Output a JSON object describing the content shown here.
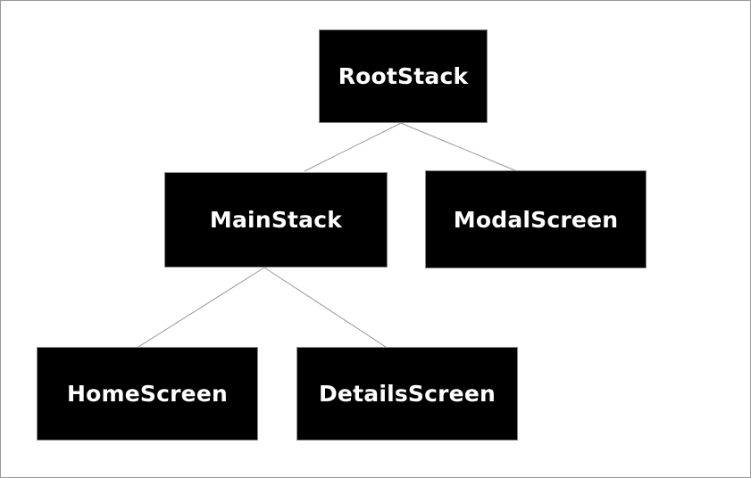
{
  "diagram": {
    "type": "tree",
    "description": "Navigator hierarchy tree of black rectangular nodes connected by thin gray lines"
  },
  "nodes": [
    {
      "id": "RootStack",
      "label": "RootStack",
      "level": 0
    },
    {
      "id": "MainStack",
      "label": "MainStack",
      "level": 1
    },
    {
      "id": "ModalScreen",
      "label": "ModalScreen",
      "level": 1
    },
    {
      "id": "HomeScreen",
      "label": "HomeScreen",
      "level": 2
    },
    {
      "id": "DetailsScreen",
      "label": "DetailsScreen",
      "level": 2
    }
  ],
  "edges": [
    {
      "from": "RootStack",
      "to": "MainStack"
    },
    {
      "from": "RootStack",
      "to": "ModalScreen"
    },
    {
      "from": "MainStack",
      "to": "HomeScreen"
    },
    {
      "from": "MainStack",
      "to": "DetailsScreen"
    }
  ],
  "colors": {
    "node_background": "#000000",
    "node_text": "#ffffff",
    "node_border": "#8a8a8a",
    "edge_line": "#999999",
    "canvas_background": "#ffffff",
    "canvas_border": "#999999"
  }
}
